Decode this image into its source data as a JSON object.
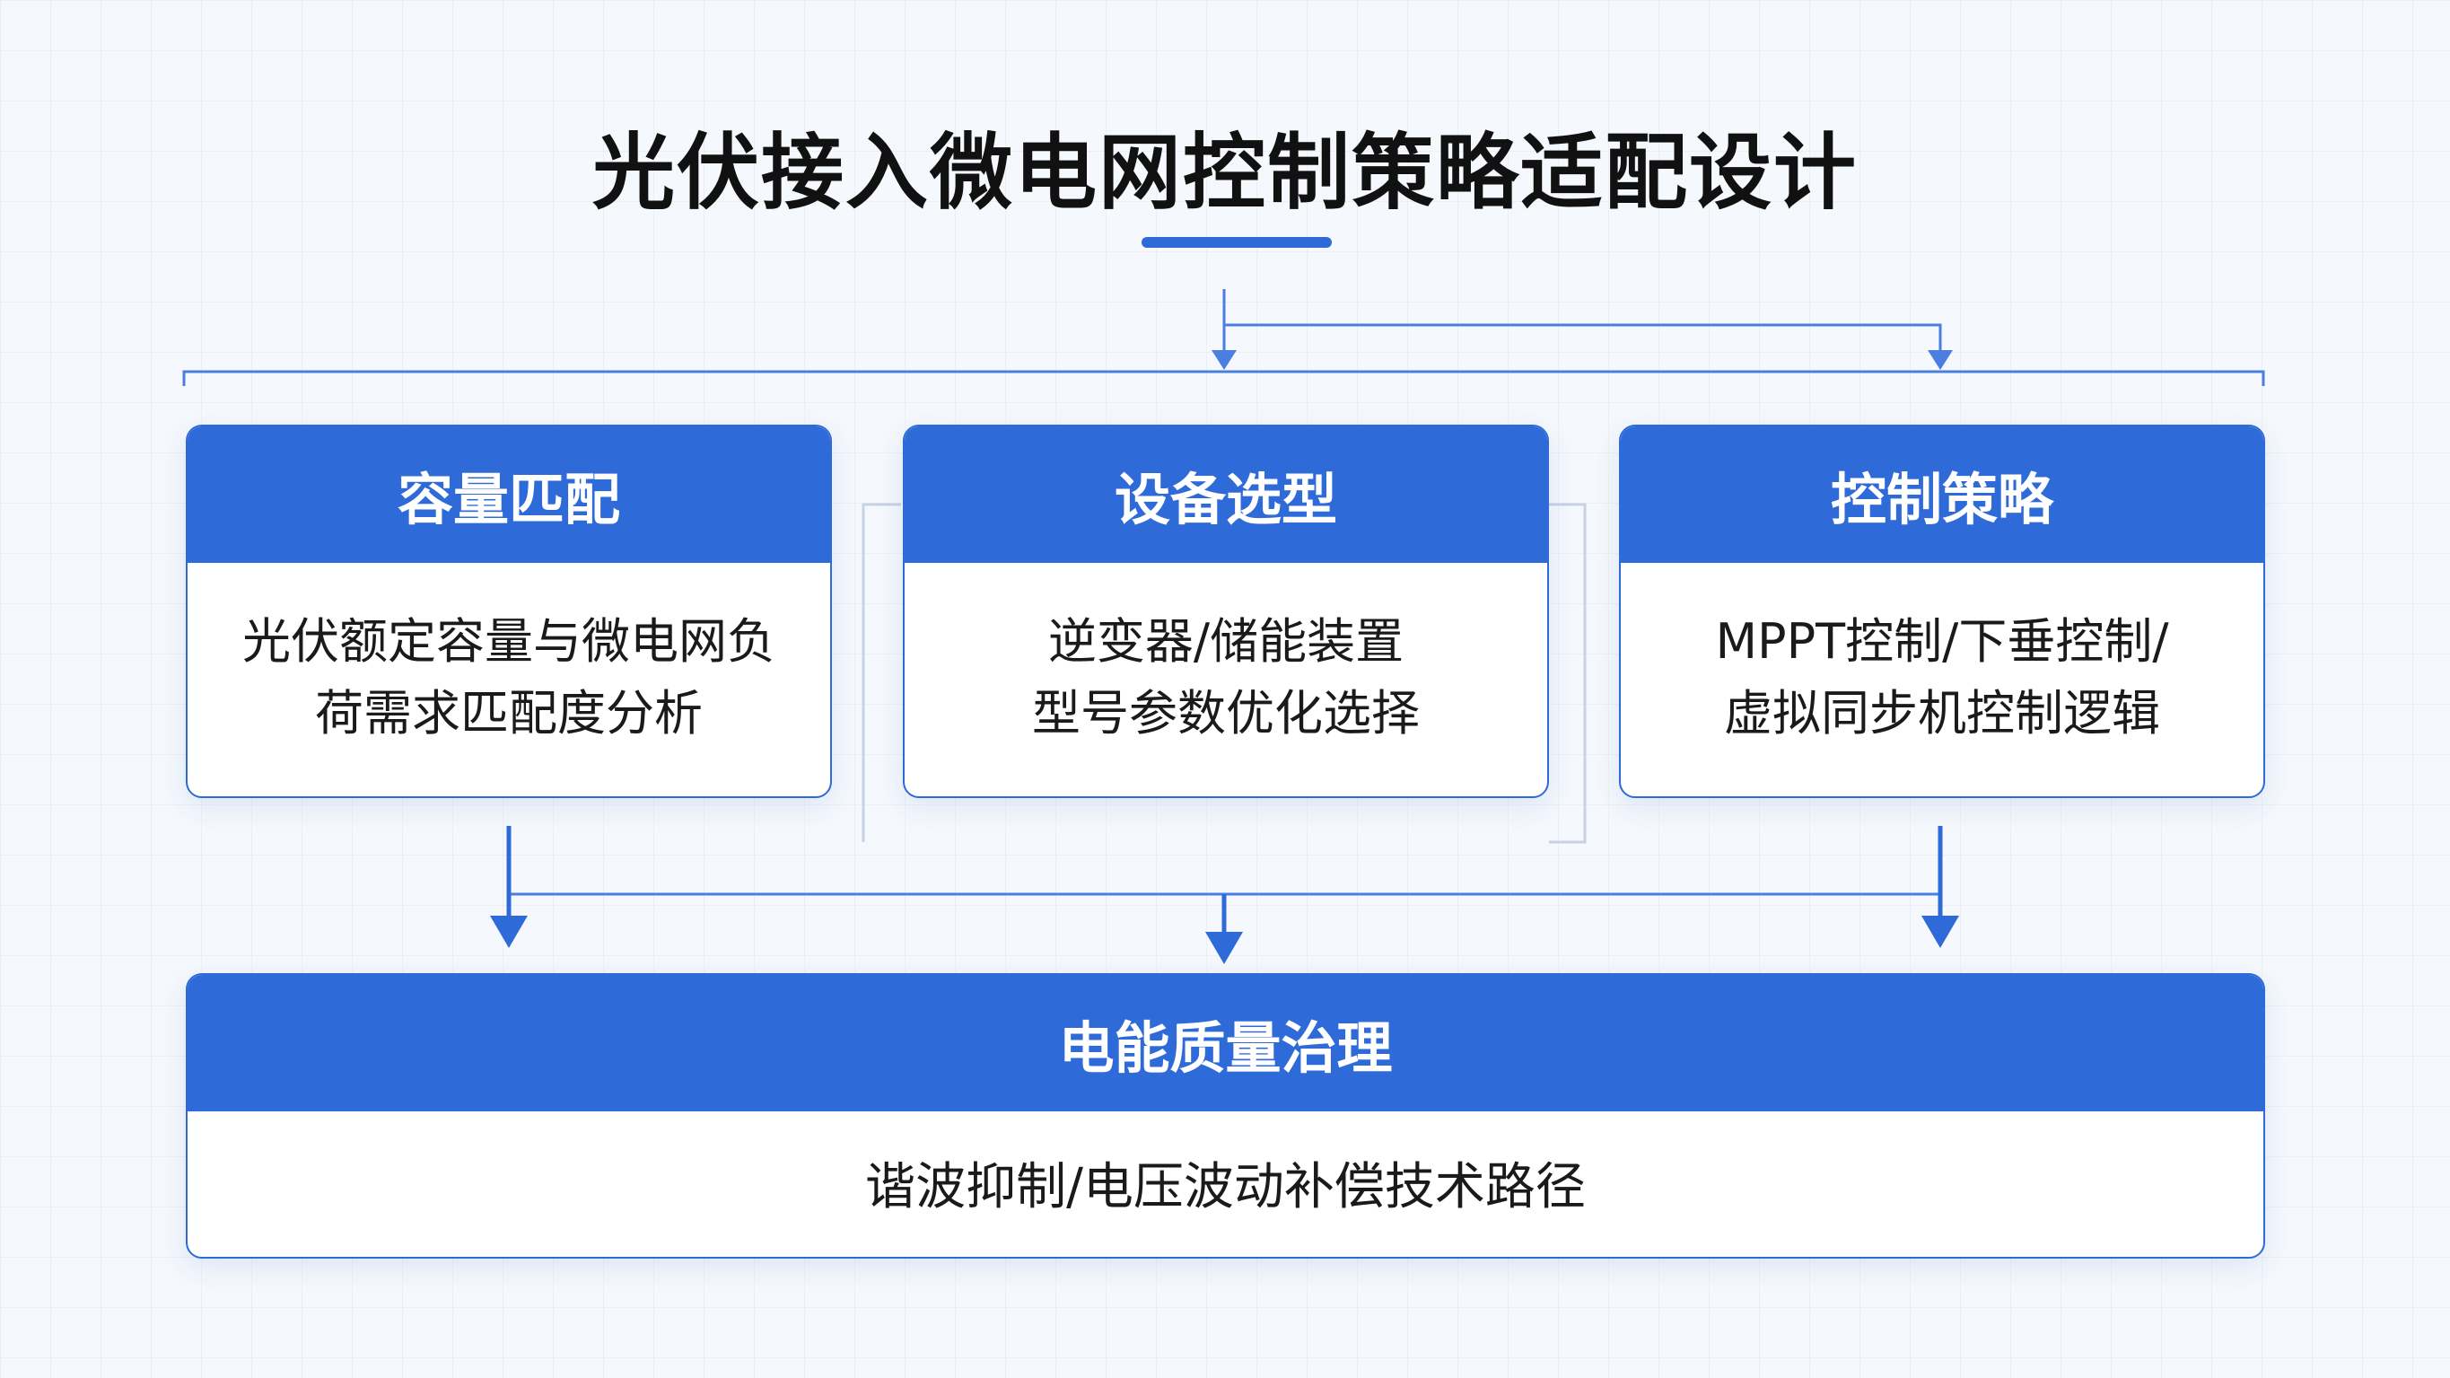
{
  "title": "光伏接入微电网控制策略适配设计",
  "colors": {
    "accent": "#2f6bd8",
    "line": "#4a7fe0",
    "background": "#f5f8fc"
  },
  "cards": [
    {
      "title": "容量匹配",
      "lines": [
        "光伏额定容量与微电网负",
        "荷需求匹配度分析"
      ]
    },
    {
      "title": "设备选型",
      "lines": [
        "逆变器/储能装置",
        "型号参数优化选择"
      ]
    },
    {
      "title": "控制策略",
      "lines": [
        "MPPT控制/下垂控制/",
        "虚拟同步机控制逻辑"
      ]
    }
  ],
  "bottom_card": {
    "title": "电能质量治理",
    "text": "谐波抑制/电压波动补偿技术路径"
  }
}
